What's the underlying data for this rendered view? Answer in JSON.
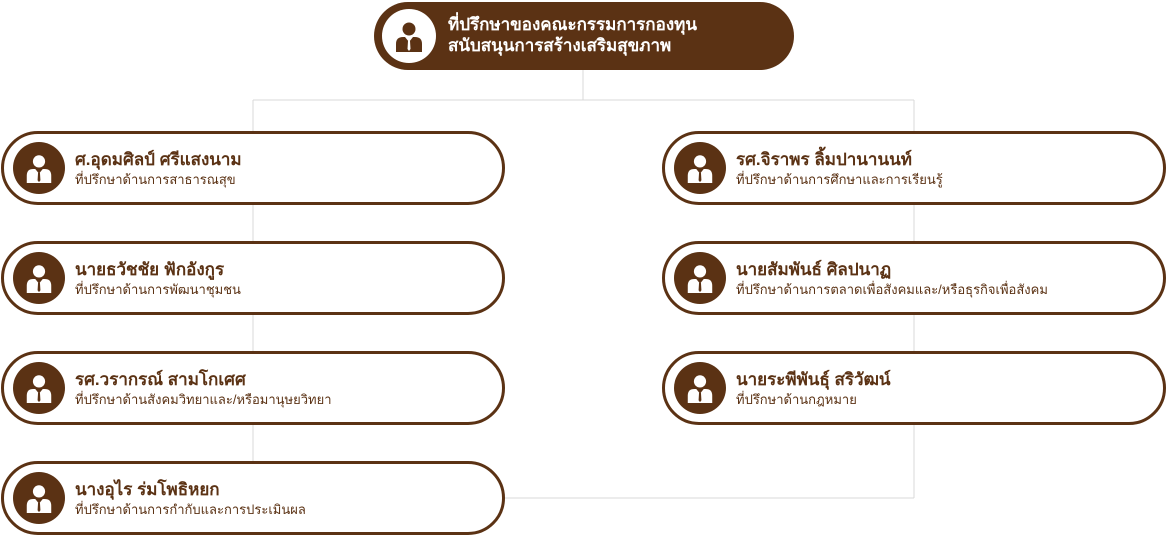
{
  "header": {
    "title_line1": "ที่ปรึกษาของคณะกรรมการกองทุน",
    "title_line2": "สนับสนุนการสร้างเสริมสุขภาพ"
  },
  "advisors_left": [
    {
      "name": "ศ.อุดมศิลป์ ศรีแสงนาม",
      "role": "ที่ปรึกษาด้านการสาธารณสุข"
    },
    {
      "name": "นายธวัชชัย ฟักอังกูร",
      "role": "ที่ปรึกษาด้านการพัฒนาชุมชน"
    },
    {
      "name": "รศ.วรากรณ์ สามโกเศศ",
      "role": "ที่ปรึกษาด้านสังคมวิทยาและ/หรือมานุษยวิทยา"
    },
    {
      "name": "นางอุไร ร่มโพธิหยก",
      "role": "ที่ปรึกษาด้านการกำกับและการประเมินผล"
    }
  ],
  "advisors_right": [
    {
      "name": "รศ.จิราพร ลิ้มปานานนท์",
      "role": "ที่ปรึกษาด้านการศึกษาและการเรียนรู้"
    },
    {
      "name": "นายสัมพันธ์ ศิลปนาฏ",
      "role": "ที่ปรึกษาด้านการตลาดเพื่อสังคมและ/หรือธุรกิจเพื่อสังคม"
    },
    {
      "name": "นายระพีพันธุ์ สริวัฒน์",
      "role": "ที่ปรึกษาด้านกฎหมาย"
    }
  ],
  "colors": {
    "brand_brown": "#5b3214",
    "connector": "#d9d9d9"
  },
  "icons": {
    "header": "person-icon",
    "card": "person-icon"
  }
}
